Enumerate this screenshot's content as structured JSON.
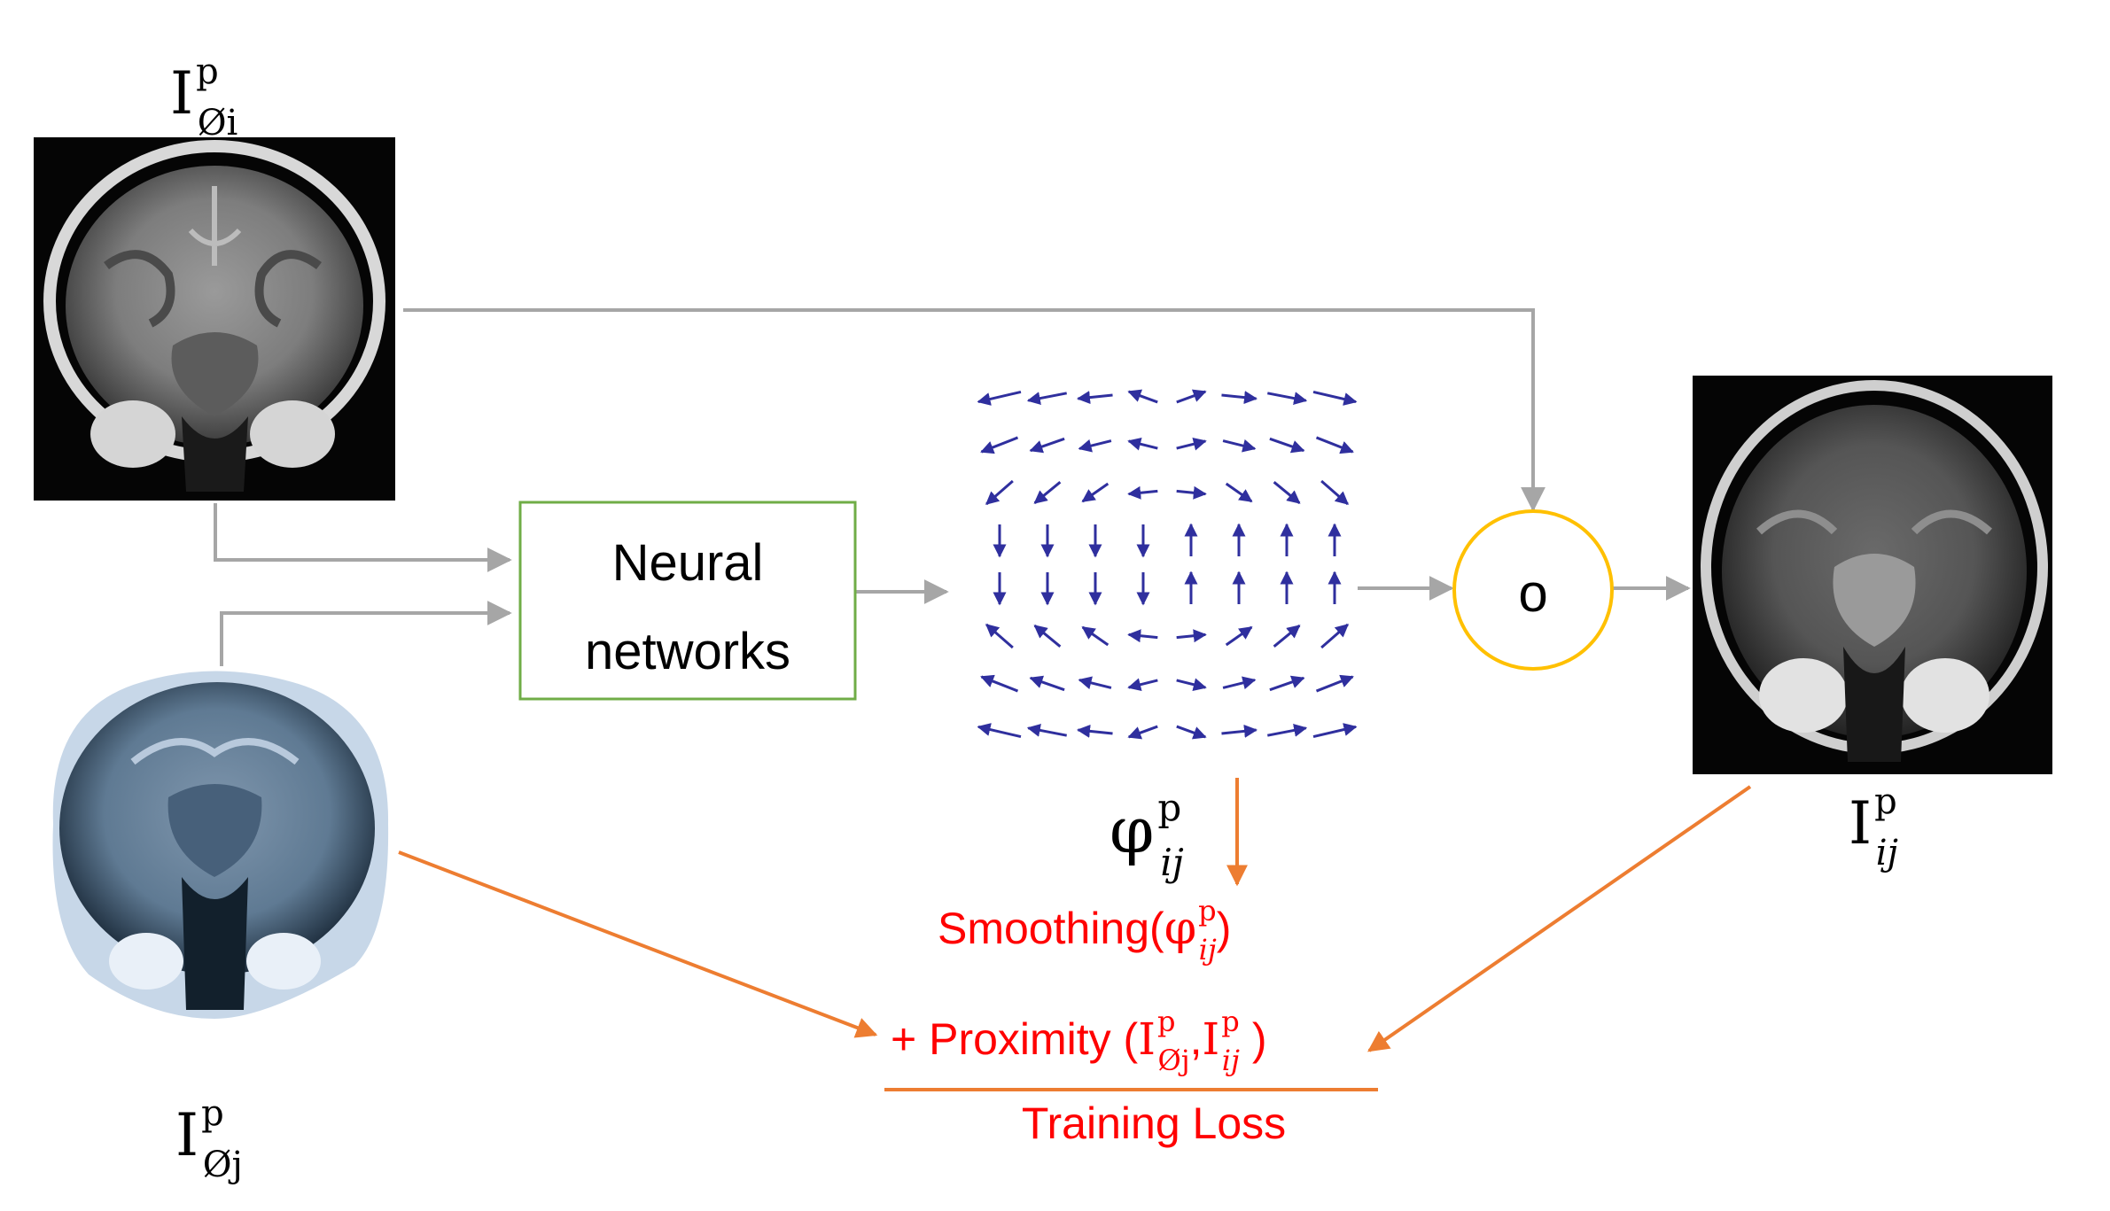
{
  "images": {
    "source": {
      "label": {
        "base": "I",
        "sup": "p",
        "sub": "Øi"
      }
    },
    "target": {
      "label": {
        "base": "I",
        "sup": "p",
        "sub": "Øj"
      }
    },
    "warped": {
      "label": {
        "base": "I",
        "sup": "p",
        "sub": "ij"
      }
    }
  },
  "network_box": {
    "line1": "Neural",
    "line2": "networks"
  },
  "compose_node": {
    "symbol": "o"
  },
  "deformation_field": {
    "label": {
      "base": "φ",
      "sup": "p",
      "sub": "ij"
    },
    "arrow_color": "#2f2f9e"
  },
  "loss": {
    "smoothing": {
      "prefix": "Smoothing(",
      "base": "φ",
      "sup": "p",
      "sub": "ij",
      "suffix": ")"
    },
    "proximity": {
      "prefix": "+ Proximity (",
      "arg1": {
        "base": "I",
        "sup": "p",
        "sub": "Øj"
      },
      "sep": ",",
      "arg2": {
        "base": "I",
        "sup": "p",
        "sub": "ij"
      },
      "suffix": " )"
    },
    "result": "Training Loss"
  },
  "colors": {
    "flow_arrow": "#a6a6a6",
    "loss_arrow": "#ed7d31",
    "loss_text": "#ff0000",
    "network_border": "#70ad47",
    "compose_border": "#ffc000",
    "field_arrow": "#2f2f9e"
  }
}
